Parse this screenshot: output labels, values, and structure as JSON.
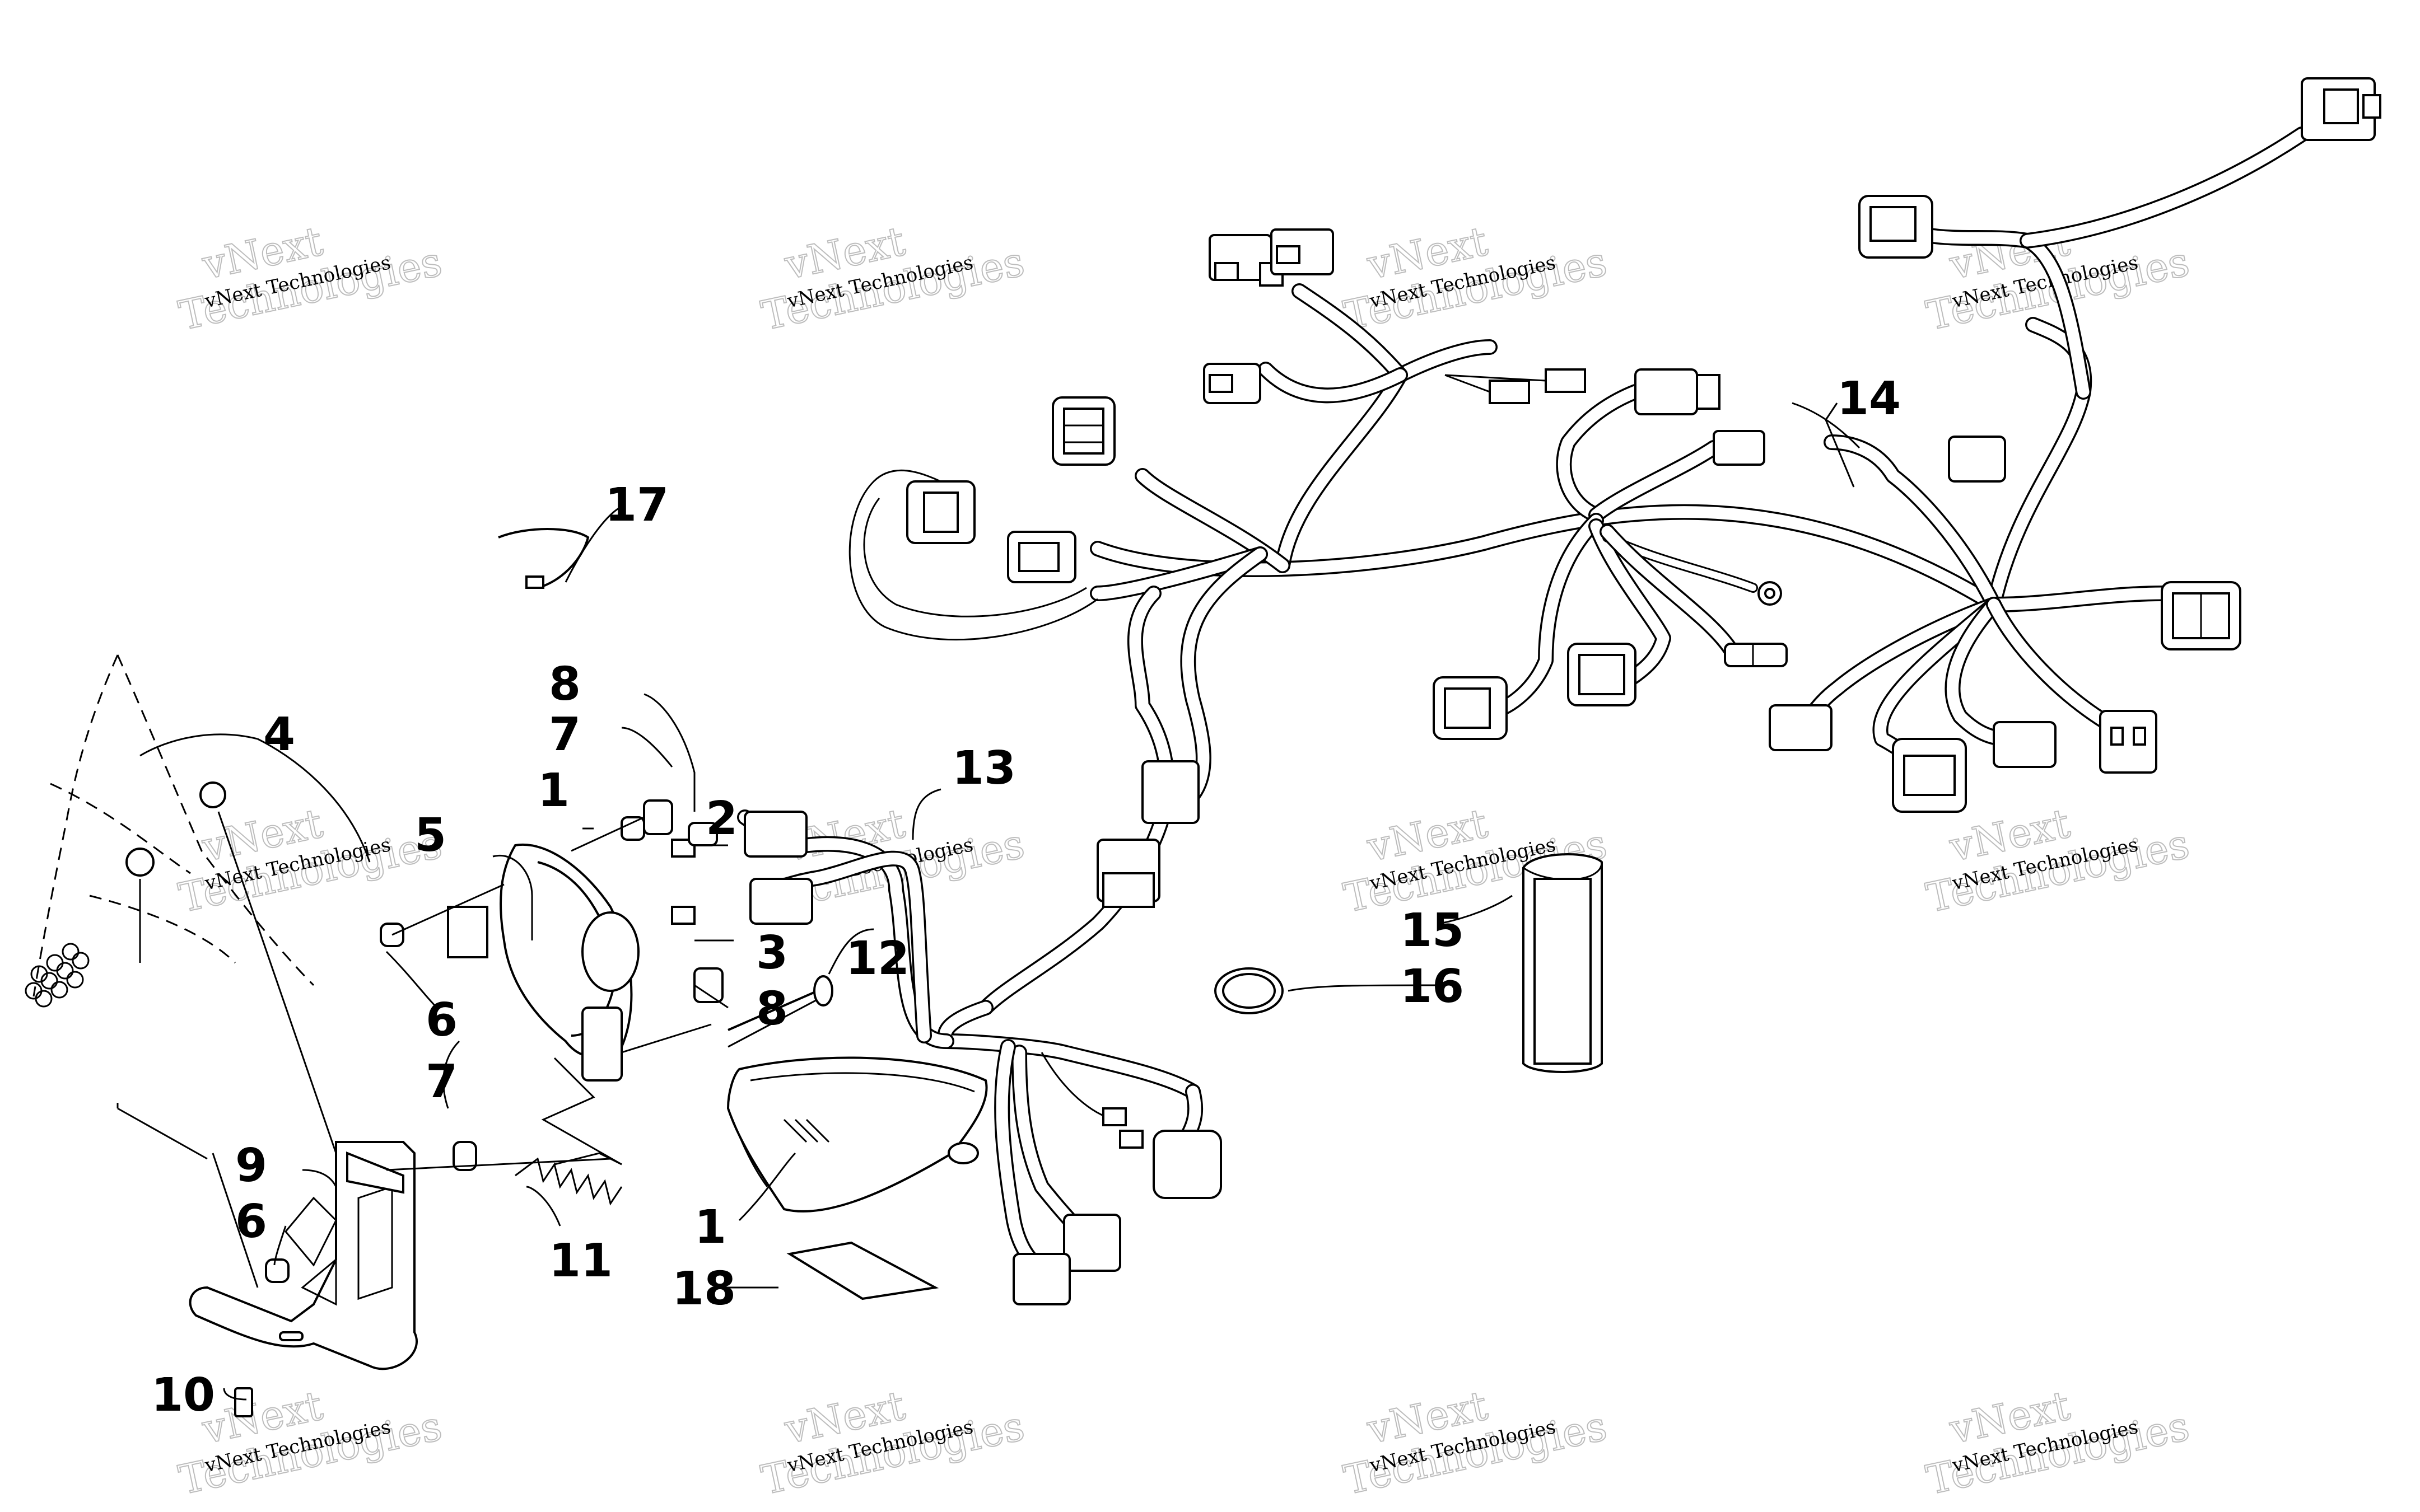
{
  "watermark": {
    "line1": "vNext",
    "line2": "Technologies",
    "small": "vNext Technologies"
  },
  "callouts": {
    "c1a": "1",
    "c1b": "1",
    "c2": "2",
    "c3": "3",
    "c4": "4",
    "c5": "5",
    "c6a": "6",
    "c6b": "6",
    "c7a": "7",
    "c7b": "7",
    "c8a": "8",
    "c8b": "8",
    "c9": "9",
    "c10": "10",
    "c11": "11",
    "c12": "12",
    "c13": "13",
    "c14": "14",
    "c15": "15",
    "c16": "16",
    "c17": "17",
    "c18": "18"
  }
}
